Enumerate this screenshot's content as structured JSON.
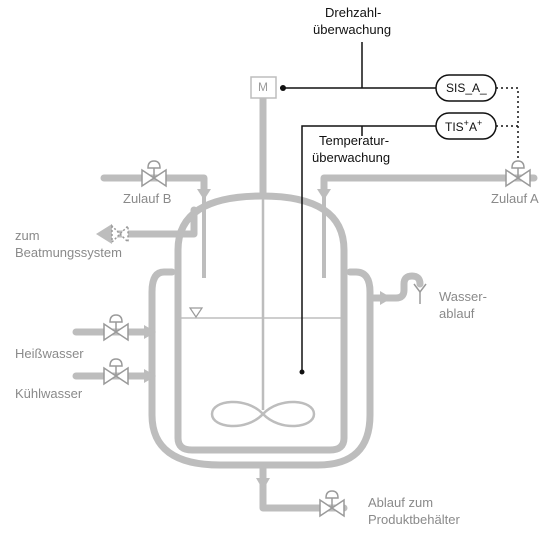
{
  "colors": {
    "equipment": "#bdbdbd",
    "equipment_text": "#8a8a8a",
    "signal": "#111111",
    "label": "#111111"
  },
  "labels": {
    "speed_monitoring_line1": "Drehzahl-",
    "speed_monitoring_line2": "überwachung",
    "temperature_monitoring_line1": "Temperatur-",
    "temperature_monitoring_line2": "überwachung",
    "inlet_b": "Zulauf B",
    "inlet_a": "Zulauf A",
    "vent_line1": "zum",
    "vent_line2": "Beatmungssystem",
    "hot_water": "Heißwasser",
    "cooling_water": "Kühlwasser",
    "water_drain_line1": "Wasser-",
    "water_drain_line2": "ablauf",
    "product_drain_line1": "Ablauf zum",
    "product_drain_line2": "Produktbehälter"
  },
  "instruments": {
    "motor_symbol": "M",
    "sis_tag": "SIS_A_",
    "tis_tag_prefix": "TIS",
    "tis_tag_plus1": "+",
    "tis_tag_a": "A",
    "tis_tag_plus2": "+"
  },
  "icons": [
    "motor-icon",
    "valve-icon",
    "agitator-icon",
    "level-triangle-icon",
    "siphon-icon",
    "funnel-icon",
    "arrow-icon"
  ]
}
